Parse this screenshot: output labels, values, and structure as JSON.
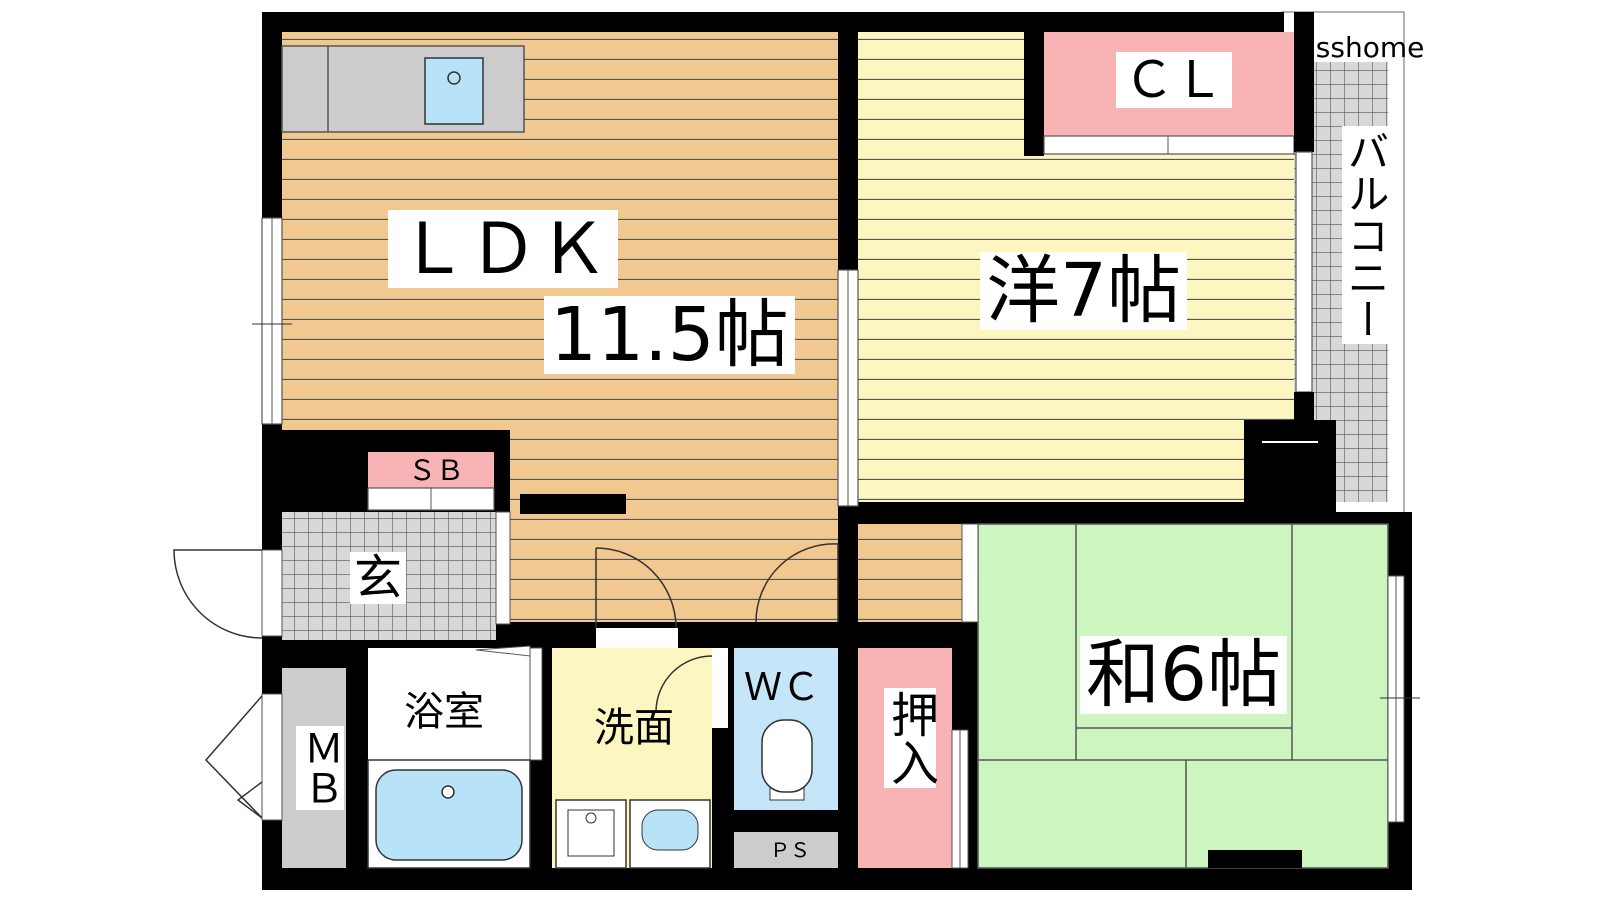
{
  "watermark": "isshome",
  "colors": {
    "wall": "#000000",
    "ldk_floor": "#f0c890",
    "western_floor": "#fcf6c0",
    "japanese_floor": "#ccf5c0",
    "closet": "#f8b4b4",
    "tile_grey": "#d8d8d8",
    "wash_floor": "#fcf6c0",
    "wc_floor": "#c4e6f8",
    "fixture_blue": "#b8e2f8",
    "kitchen_grey": "#cccccc"
  },
  "rooms": {
    "ldk": {
      "name": "ＬＤＫ",
      "size": "11.5帖"
    },
    "western": {
      "label": "洋7帖"
    },
    "closet": {
      "label": "ＣＬ"
    },
    "balcony": {
      "label": "バルコニー"
    },
    "japanese": {
      "label": "和6帖"
    },
    "oshiire": {
      "label": "押入"
    },
    "shoebox": {
      "label": "ＳＢ"
    },
    "entrance": {
      "label": "玄"
    },
    "meter_box": {
      "label": "ＭＢ"
    },
    "bath": {
      "label": "浴室"
    },
    "washroom": {
      "label": "洗面"
    },
    "wc": {
      "label": "ＷＣ"
    },
    "pipe_space": {
      "label": "ＰＳ"
    }
  },
  "icons": [
    "sink-icon",
    "bathtub-icon",
    "toilet-icon",
    "washbasin-icon",
    "washing-machine-pan-icon",
    "door-swing-icon"
  ]
}
